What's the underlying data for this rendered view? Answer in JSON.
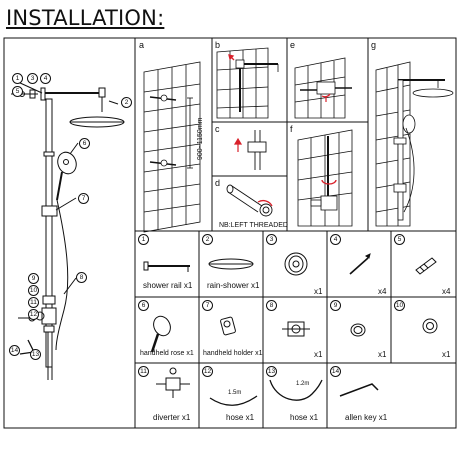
{
  "title": "INSTALLATION:",
  "panels": {
    "a": "a",
    "b": "b",
    "c": "c",
    "d": "d",
    "e": "e",
    "f": "f",
    "g": "g"
  },
  "dimension_label": "900~1150mm",
  "note": "NB:LEFT THREADED",
  "overview_callouts": [
    "1",
    "2",
    "3",
    "4",
    "5",
    "6",
    "7",
    "8",
    "9",
    "10",
    "11",
    "12",
    "13",
    "14"
  ],
  "parts": [
    {
      "num": "1",
      "name": "shower rail x1",
      "qty": ""
    },
    {
      "num": "2",
      "name": "rain-shower x1",
      "qty": ""
    },
    {
      "num": "3",
      "name": "",
      "qty": "x1"
    },
    {
      "num": "4",
      "name": "",
      "qty": "x4"
    },
    {
      "num": "5",
      "name": "",
      "qty": "x4"
    },
    {
      "num": "6",
      "name": "handheld rose x1",
      "qty": ""
    },
    {
      "num": "7",
      "name": "handheld holder x1",
      "qty": ""
    },
    {
      "num": "8",
      "name": "",
      "qty": "x1"
    },
    {
      "num": "9",
      "name": "",
      "qty": "x1"
    },
    {
      "num": "10",
      "name": "",
      "qty": "x1"
    },
    {
      "num": "11",
      "name": "diverter x1",
      "qty": ""
    },
    {
      "num": "12",
      "name": "hose x1",
      "qty": ""
    },
    {
      "num": "13",
      "name": "hose x1",
      "qty": ""
    },
    {
      "num": "14",
      "name": "allen key x1",
      "qty": ""
    }
  ],
  "hose_lengths": [
    "1.5m",
    "1.2m"
  ],
  "colors": {
    "line": "#111111",
    "accent_red": "#d9202a"
  }
}
